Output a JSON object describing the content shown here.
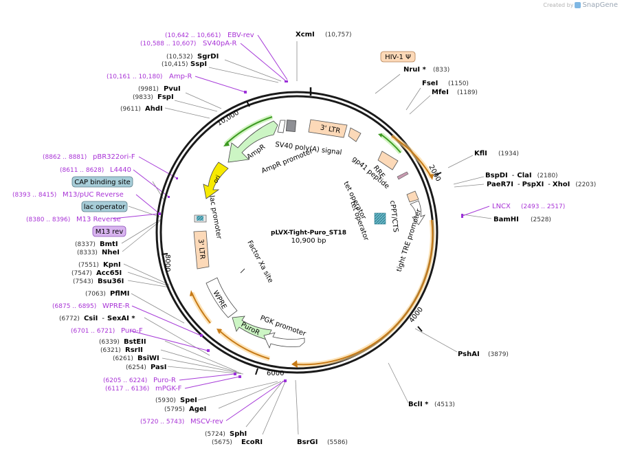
{
  "branding": {
    "created_by": "Created by",
    "name": "SnapGene"
  },
  "map": {
    "name": "pLVX-Tight-Puro_ST18",
    "size_label": "10,900 bp"
  },
  "ticks": [
    "10,000",
    "2000",
    "4000",
    "6000",
    "8000"
  ],
  "enzymes": [
    {
      "id": "xcmi",
      "name": "XcmI",
      "pos": "(10,757)"
    },
    {
      "id": "sgrdi",
      "name": "SgrDI",
      "pos": "(10,532)"
    },
    {
      "id": "sspi",
      "name": "SspI",
      "pos": "(10,415)"
    },
    {
      "id": "pvui",
      "name": "PvuI",
      "pos": "(9981)"
    },
    {
      "id": "fspi",
      "name": "FspI",
      "pos": "(9833)"
    },
    {
      "id": "ahdi",
      "name": "AhdI",
      "pos": "(9611)"
    },
    {
      "id": "nrui",
      "name": "NruI *",
      "pos": "(833)"
    },
    {
      "id": "fsei",
      "name": "FseI",
      "pos": "(1150)"
    },
    {
      "id": "mfei",
      "name": "MfeI",
      "pos": "(1189)"
    },
    {
      "id": "kfli",
      "name": "KflI",
      "pos": "(1934)"
    },
    {
      "id": "bspdi",
      "name": "BspDI",
      "sep": "-",
      "name2": "ClaI",
      "pos": "(2180)"
    },
    {
      "id": "paer7i",
      "name": "PaeR7I",
      "sep": "-",
      "name2": "PspXI",
      "sep2": "-",
      "name3": "XhoI",
      "pos": "(2203)"
    },
    {
      "id": "bamhi",
      "name": "BamHI",
      "pos": "(2528)"
    },
    {
      "id": "pshai",
      "name": "PshAI",
      "pos": "(3879)"
    },
    {
      "id": "bcli",
      "name": "BclI *",
      "pos": "(4513)"
    },
    {
      "id": "bsrgi",
      "name": "BsrGI",
      "pos": "(5586)"
    },
    {
      "id": "ecori",
      "name": "EcoRI",
      "pos": "(5675)"
    },
    {
      "id": "sphi",
      "name": "SphI",
      "pos": "(5724)"
    },
    {
      "id": "agei",
      "name": "AgeI",
      "pos": "(5795)"
    },
    {
      "id": "spei",
      "name": "SpeI",
      "pos": "(5930)"
    },
    {
      "id": "pasi",
      "name": "PasI",
      "pos": "(6254)"
    },
    {
      "id": "bsiwi",
      "name": "BsiWI",
      "pos": "(6261)"
    },
    {
      "id": "rsrii",
      "name": "RsrII",
      "pos": "(6321)"
    },
    {
      "id": "bsteii",
      "name": "BstEII",
      "pos": "(6339)"
    },
    {
      "id": "csii",
      "name": "CsiI",
      "sep": "-",
      "name2": "SexAI *",
      "pos": "(6772)"
    },
    {
      "id": "pflmi",
      "name": "PflMI",
      "pos": "(7063)"
    },
    {
      "id": "bsu36i",
      "name": "Bsu36I",
      "pos": "(7543)"
    },
    {
      "id": "acc65i",
      "name": "Acc65I",
      "pos": "(7547)"
    },
    {
      "id": "kpni",
      "name": "KpnI",
      "pos": "(7551)"
    },
    {
      "id": "nhei",
      "name": "NheI",
      "pos": "(8333)"
    },
    {
      "id": "bmti",
      "name": "BmtI",
      "pos": "(8337)"
    }
  ],
  "primers": [
    {
      "id": "ebv-rev",
      "name": "EBV-rev",
      "range": "(10,642 .. 10,661)"
    },
    {
      "id": "sv40pa-r",
      "name": "SV40pA-R",
      "range": "(10,588 .. 10,607)"
    },
    {
      "id": "amp-r",
      "name": "Amp-R",
      "range": "(10,161 .. 10,180)"
    },
    {
      "id": "lncx",
      "name": "LNCX",
      "range": "(2493 .. 2517)"
    },
    {
      "id": "pbr322ori-f",
      "name": "pBR322ori-F",
      "range": "(8862 .. 8881)"
    },
    {
      "id": "l4440",
      "name": "L4440",
      "range": "(8611 .. 8628)"
    },
    {
      "id": "m13-puc-rev",
      "name": "M13/pUC Reverse",
      "range": "(8393 .. 8415)"
    },
    {
      "id": "m13-reverse",
      "name": "M13 Reverse",
      "range": "(8380 .. 8396)"
    },
    {
      "id": "wpre-r",
      "name": "WPRE-R",
      "range": "(6875 .. 6895)"
    },
    {
      "id": "puro-f",
      "name": "Puro-F",
      "range": "(6701 .. 6721)"
    },
    {
      "id": "puro-r",
      "name": "Puro-R",
      "range": "(6205 .. 6224)"
    },
    {
      "id": "mpgk-f",
      "name": "mPGK-F",
      "range": "(6117 .. 6136)"
    },
    {
      "id": "mscv-rev",
      "name": "MSCV-rev",
      "range": "(5720 .. 5743)"
    }
  ],
  "boxed_labels": [
    {
      "id": "hiv",
      "text": "HIV-1 Ψ",
      "kind": "feature"
    },
    {
      "id": "cap",
      "text": "CAP binding site",
      "kind": "site"
    },
    {
      "id": "lacop",
      "text": "lac operator",
      "kind": "site"
    },
    {
      "id": "m13rev",
      "text": "M13 rev",
      "kind": "primer"
    }
  ],
  "features": {
    "ltr3_top": "3' LTR",
    "sv40": "SV40 poly(A) signal",
    "rre": "RRE",
    "gp41": "gp41 peptide",
    "tetop1": "tet operator",
    "tetop2": "tet operator",
    "cppt": "cPPT/CTS",
    "tre": "tight TRE promoter",
    "ampr": "AmpR",
    "ampr_prom": "AmpR promoter",
    "ori": "ori",
    "lac_prom": "lac promoter",
    "ltr3_left": "3' LTR",
    "factorxa": "Factor Xa site",
    "wpre": "WPRE",
    "puror": "PuroR",
    "pgk": "PGK promoter"
  },
  "colors": {
    "enzyme_text": "#000000",
    "pos_text": "#333333",
    "primer_text": "#a832d6",
    "primer_mark": "#9b30d9",
    "backbone": "#1a1a1a",
    "ltr_fill": "#fcd9b8",
    "ampr_fill": "#ccf5c4",
    "ori_fill": "#f7ea00",
    "arrow_orange": "#e89a2b",
    "arrow_green": "#4aa52a",
    "site_box": "#a7cdd8",
    "primer_box": "#d8b4ef"
  }
}
